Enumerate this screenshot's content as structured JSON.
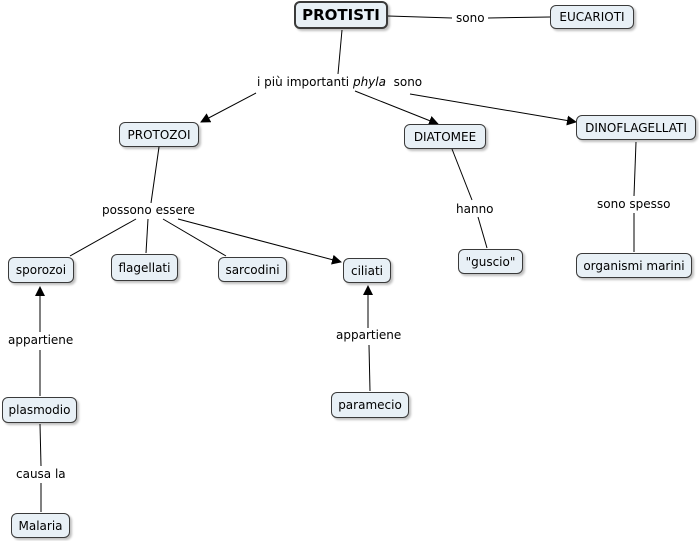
{
  "concepts": {
    "protisti": "PROTISTI",
    "eucarioti": "EUCARIOTI",
    "protozoi": "PROTOZOI",
    "diatomee": "DIATOMEE",
    "dinoflagellati": "DINOFLAGELLATI",
    "sporozoi": "sporozoi",
    "flagellati": "flagellati",
    "sarcodini": "sarcodini",
    "ciliati": "ciliati",
    "guscio": "\"guscio\"",
    "organismi_marini": "organismi marini",
    "plasmodio": "plasmodio",
    "malaria": "Malaria",
    "paramecio": "paramecio"
  },
  "links": {
    "sono": "sono",
    "piu_importanti_prefix": "i più importanti ",
    "piu_importanti_italic": "phyla",
    "piu_importanti_suffix": "  sono",
    "possono_essere": "possono essere",
    "hanno": "hanno",
    "sono_spesso": "sono spesso",
    "appartiene_1": "appartiene",
    "appartiene_2": "appartiene",
    "causa_la": "causa la"
  },
  "colors": {
    "node_fill": "#e8f0f6",
    "node_border": "#3a3a3a",
    "line": "#000000"
  }
}
